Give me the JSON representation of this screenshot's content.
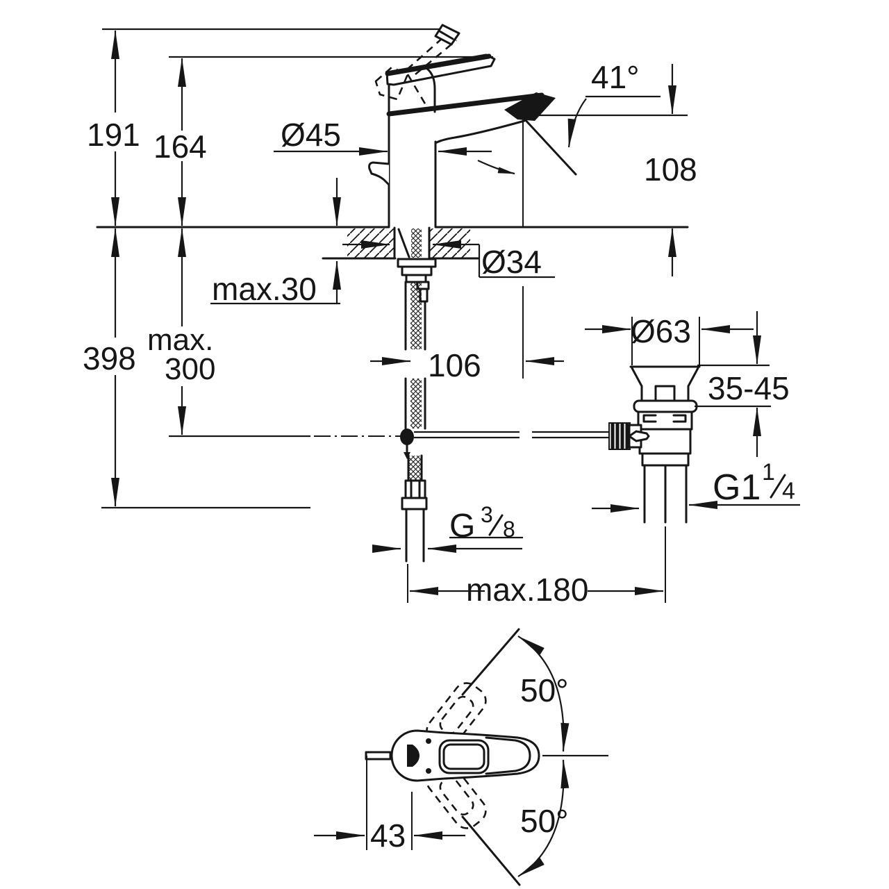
{
  "labels": {
    "height_overall": "191",
    "height_handle": "164",
    "body_diameter": "Ø45",
    "spout_angle": "41°",
    "spout_height": "108",
    "hole_diameter": "Ø34",
    "deck_thickness": "max.30",
    "depth_total": "398",
    "rod_depth_line1": "max.",
    "rod_depth_line2": "300",
    "spout_reach": "106",
    "waste_flange_diameter": "Ø63",
    "waste_deck_range": "35-45",
    "waste_thread_base": "G1",
    "waste_thread_numerator": "1",
    "waste_thread_denominator": "4",
    "supply_thread_base": "G",
    "supply_thread_numerator": "3",
    "supply_thread_denominator": "8",
    "hose_reach": "max.180",
    "swivel_upper": "50°",
    "swivel_lower": "50°",
    "knob_offset": "43"
  },
  "colors": {
    "ink": "#161616",
    "paper": "#ffffff"
  }
}
